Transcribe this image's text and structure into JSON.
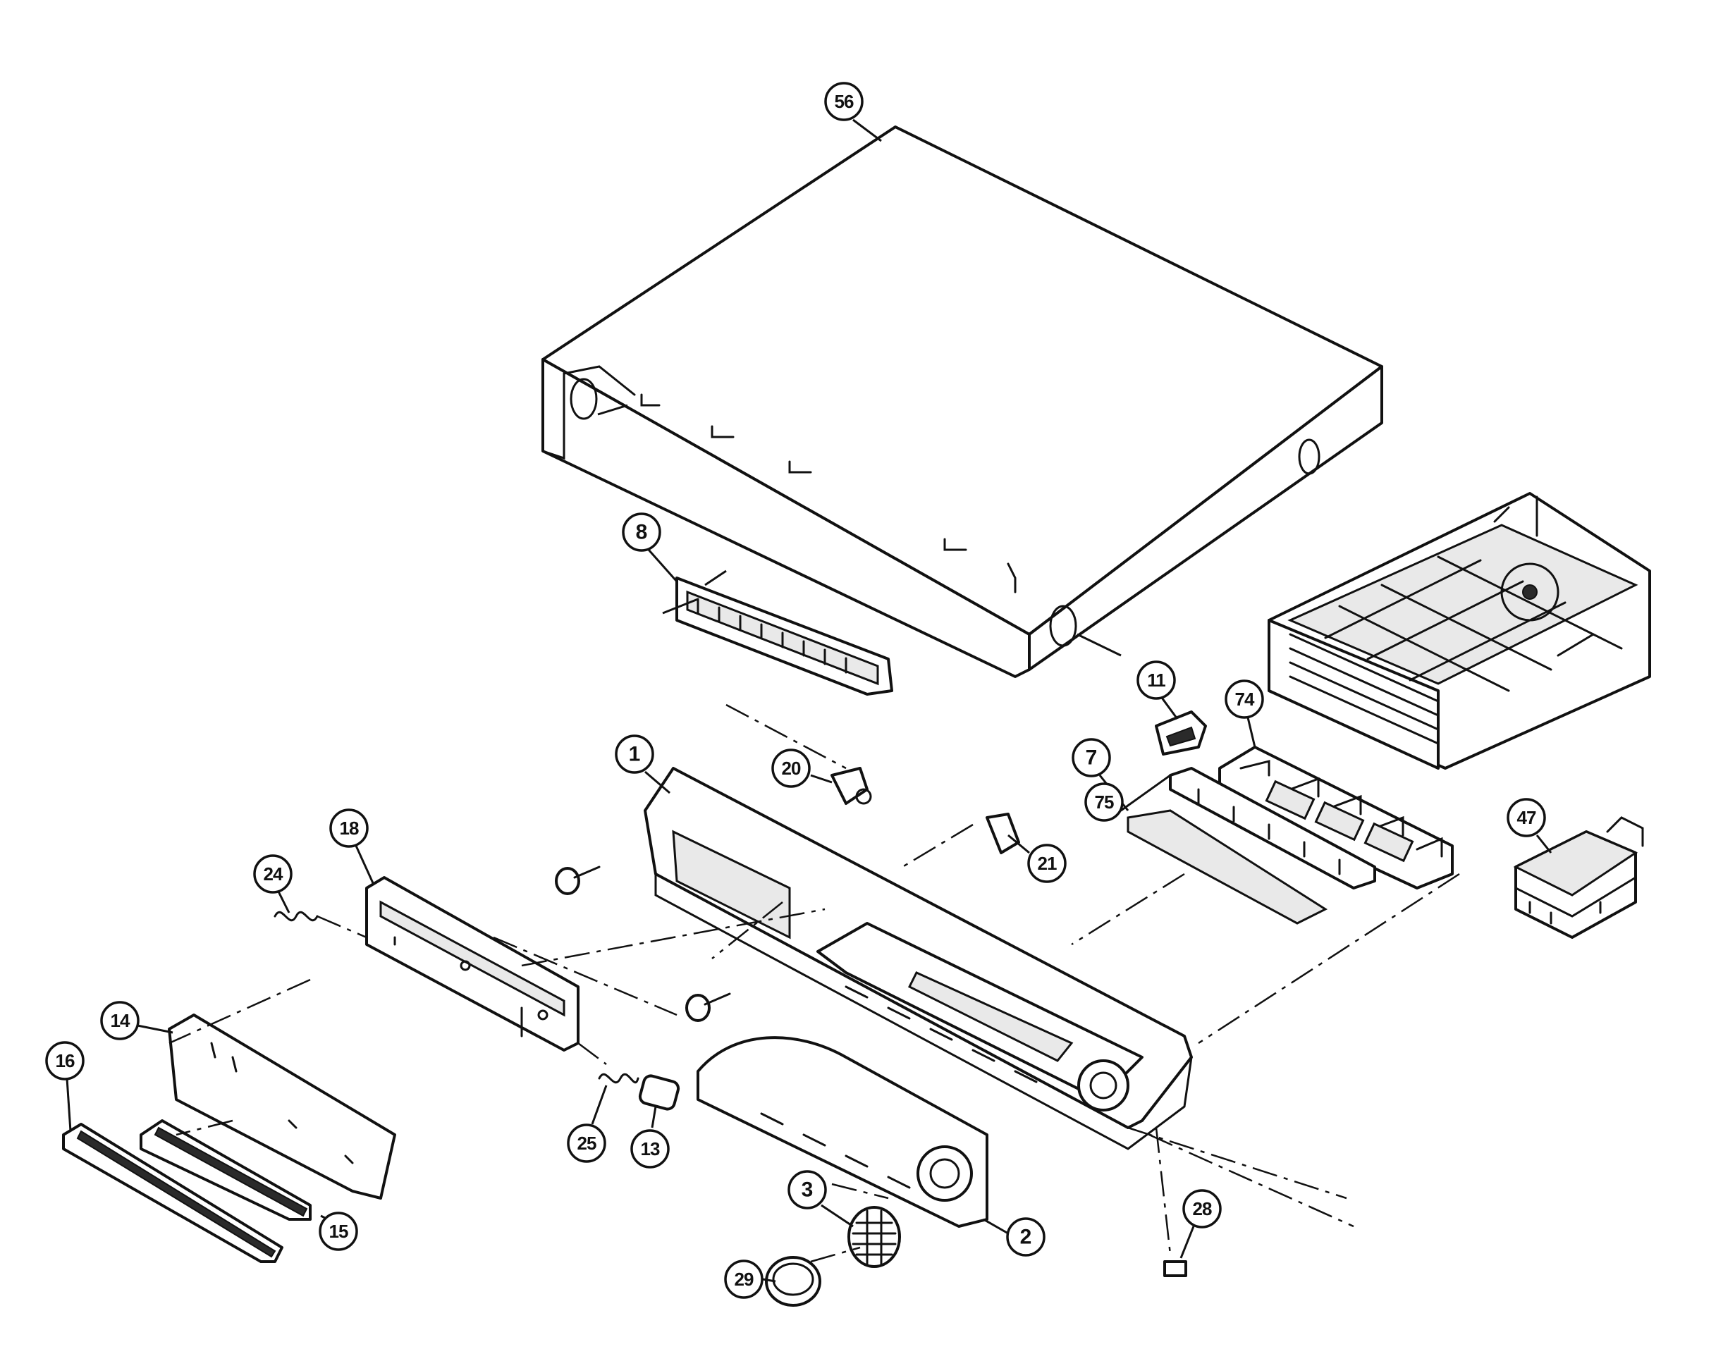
{
  "callouts": [
    {
      "id": "56",
      "label": "56"
    },
    {
      "id": "8",
      "label": "8"
    },
    {
      "id": "11",
      "label": "11"
    },
    {
      "id": "74",
      "label": "74"
    },
    {
      "id": "7",
      "label": "7"
    },
    {
      "id": "75",
      "label": "75"
    },
    {
      "id": "1",
      "label": "1"
    },
    {
      "id": "20",
      "label": "20"
    },
    {
      "id": "21",
      "label": "21"
    },
    {
      "id": "47",
      "label": "47"
    },
    {
      "id": "24",
      "label": "24"
    },
    {
      "id": "18",
      "label": "18"
    },
    {
      "id": "14",
      "label": "14"
    },
    {
      "id": "16",
      "label": "16"
    },
    {
      "id": "25",
      "label": "25"
    },
    {
      "id": "13",
      "label": "13"
    },
    {
      "id": "15",
      "label": "15"
    },
    {
      "id": "3",
      "label": "3"
    },
    {
      "id": "2",
      "label": "2"
    },
    {
      "id": "28",
      "label": "28"
    },
    {
      "id": "29",
      "label": "29"
    }
  ]
}
